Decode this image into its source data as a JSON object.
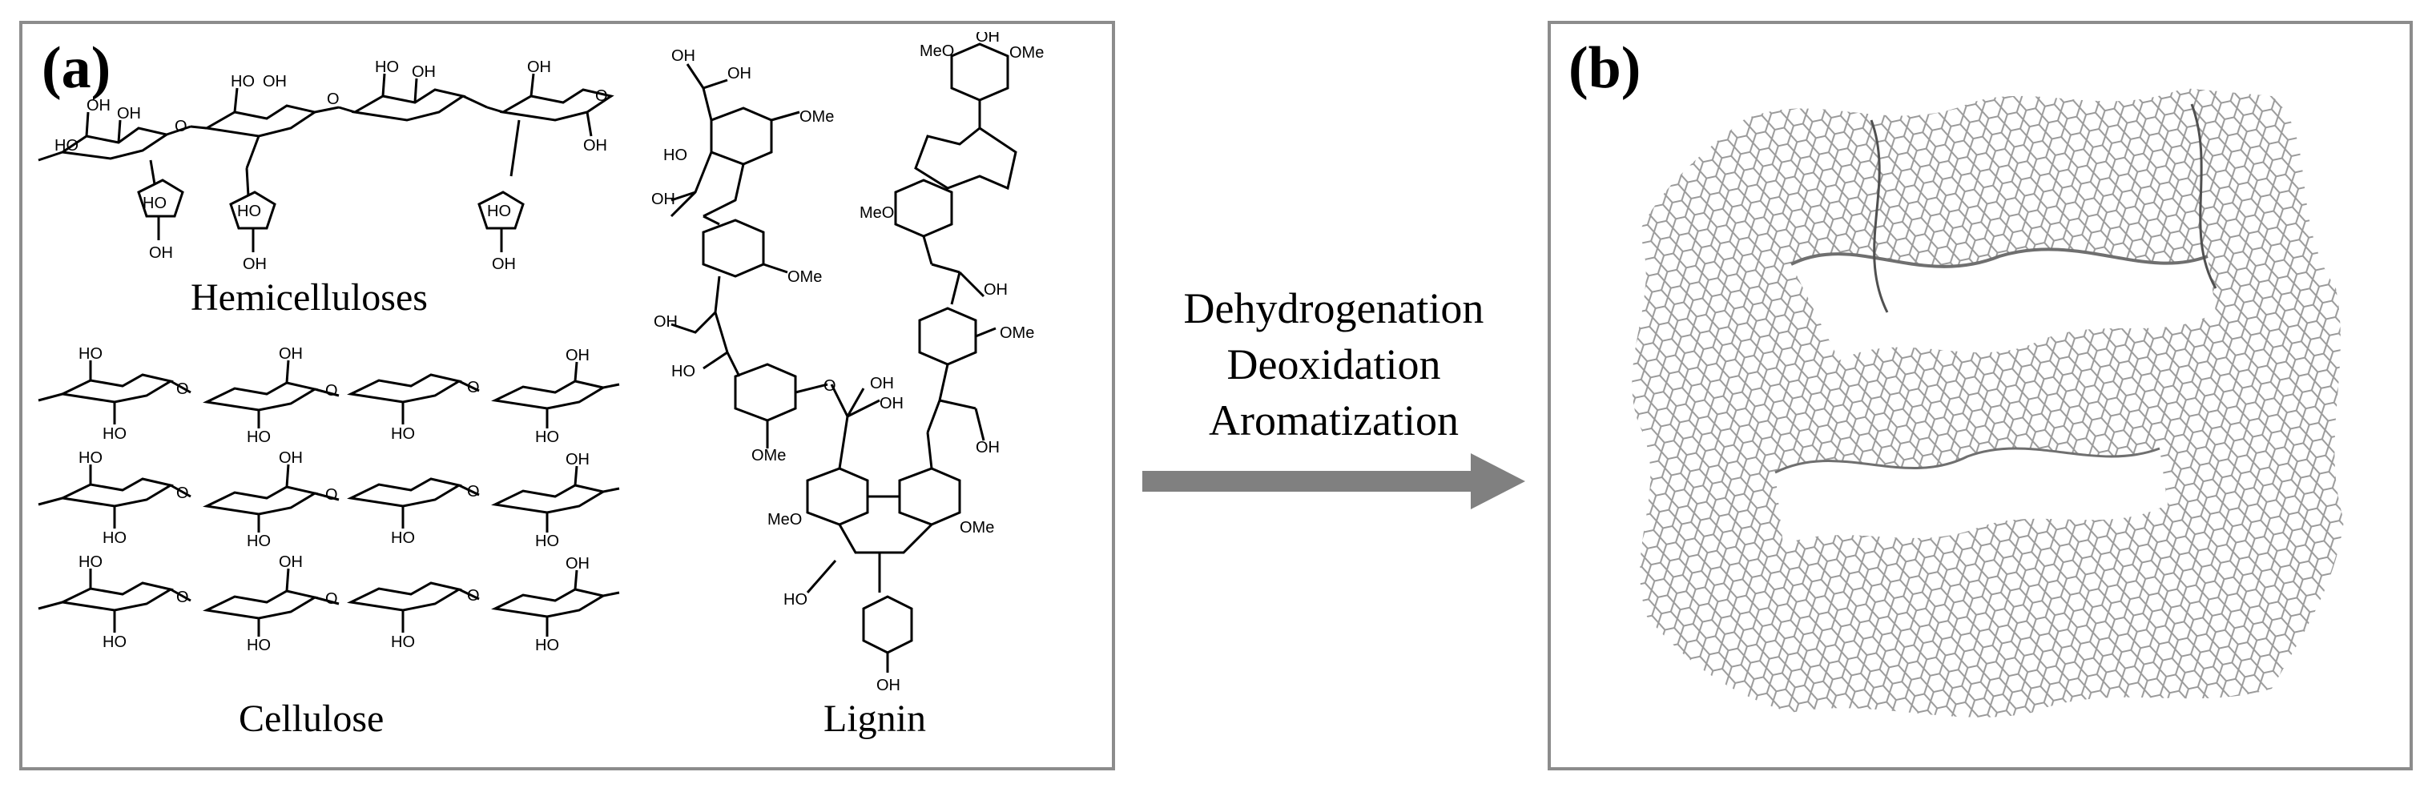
{
  "panel_a": {
    "label": "(a)",
    "hemicelluloses_caption": "Hemicelluloses",
    "cellulose_caption": "Cellulose",
    "lignin_caption": "Lignin",
    "group_labels": {
      "oh": "OH",
      "ho": "HO",
      "ome": "OMe",
      "meo": "MeO",
      "o": "O"
    }
  },
  "process": {
    "steps": [
      "Dehydrogenation",
      "Deoxidation",
      "Aromatization"
    ],
    "arrow_color": "#808080"
  },
  "panel_b": {
    "label": "(b)",
    "structure_color": "#9a9a9a"
  },
  "colors": {
    "panel_border": "#8c8c8c",
    "ink": "#000000"
  }
}
